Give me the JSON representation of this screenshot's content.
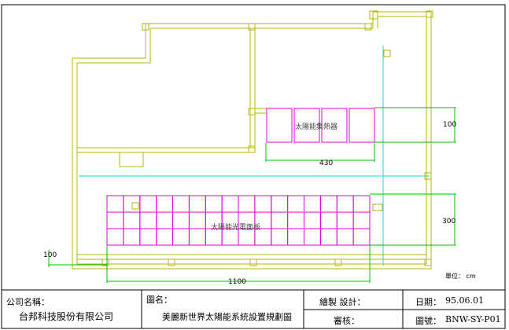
{
  "drawing": {
    "labels": {
      "collector": "太陽能集熱器",
      "panel": "太陽能光電面板",
      "dim_430": "430",
      "dim_100_right": "100",
      "dim_300": "300",
      "dim_100_left": "100",
      "dim_1100": "1100",
      "unit": "單位： cm"
    },
    "colors": {
      "wall": "#b5b500",
      "dimension": "#00c000",
      "panel": "#e000e0",
      "axis": "#00e0e0"
    }
  },
  "title_block": {
    "company_label": "公司名稱：",
    "company_name": "台邦科技股份有限公司",
    "drawing_label": "圖名：",
    "drawing_name": "美麗新世界太陽能系統設置規劃圖",
    "drawn_by_label": "繪製 設計：",
    "checked_label": "審核：",
    "date_label": "日期：",
    "date_value": "95.06.01",
    "number_label": "圖號：",
    "number_value": "BNW-SY-P01"
  }
}
